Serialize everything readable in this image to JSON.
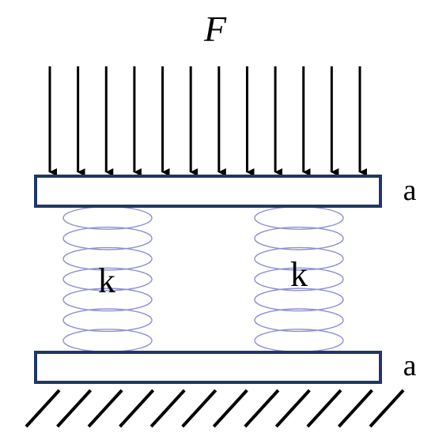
{
  "force_label": "F",
  "top_plate_label": "a",
  "bottom_plate_label": "a",
  "left_spring_label": "k",
  "right_spring_label": "k",
  "arrow_count": 12,
  "hatch_count": 12,
  "colors": {
    "plate_border": "#1f3864",
    "spring": "#8f8fd4",
    "arrow": "#000000"
  }
}
